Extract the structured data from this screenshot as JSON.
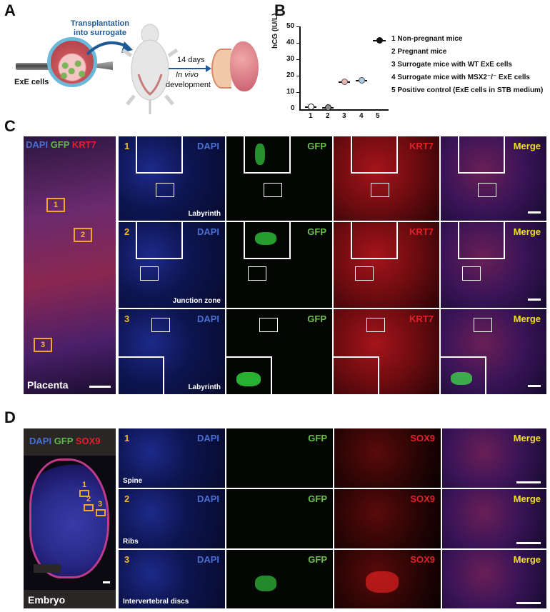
{
  "figure": {
    "panels": {
      "A": {
        "letter": "A",
        "arrow1_label_line1": "Transplantation",
        "arrow1_label_line2": "into surrogate",
        "cells_label": "ExE cells",
        "arrow2_label_top": "14 days",
        "arrow2_label_bottom_italic": "In vivo",
        "arrow2_label_bottom": "development"
      },
      "B": {
        "letter": "B"
      },
      "C": {
        "letter": "C",
        "overview": {
          "stain_labels": [
            {
              "text": "DAPI",
              "color": "#4a6fd0"
            },
            {
              "text": "GFP",
              "color": "#5fb84a"
            },
            {
              "text": "KRT7",
              "color": "#e3202a"
            }
          ],
          "tissue_label": "Placenta",
          "region_boxes": [
            "1",
            "2",
            "3"
          ]
        },
        "column_labels": [
          {
            "text": "DAPI",
            "color": "#4a6fd0"
          },
          {
            "text": "GFP",
            "color": "#6cc04a"
          },
          {
            "text": "KRT7",
            "color": "#e3202a"
          },
          {
            "text": "Merge",
            "color": "#f0e020"
          }
        ],
        "rows": [
          {
            "number": "1",
            "region": "Labyrinth"
          },
          {
            "number": "2",
            "region": "Junction zone"
          },
          {
            "number": "3",
            "region": "Labyrinth"
          }
        ]
      },
      "D": {
        "letter": "D",
        "overview": {
          "stain_labels": [
            {
              "text": "DAPI",
              "color": "#4a6fd0"
            },
            {
              "text": "GFP",
              "color": "#5fb84a"
            },
            {
              "text": "SOX9",
              "color": "#e3202a"
            }
          ],
          "tissue_label": "Embryo",
          "region_boxes": [
            "1",
            "2",
            "3"
          ]
        },
        "column_labels": [
          {
            "text": "DAPI",
            "color": "#4a6fd0"
          },
          {
            "text": "GFP",
            "color": "#6cc04a"
          },
          {
            "text": "SOX9",
            "color": "#e3202a"
          },
          {
            "text": "Merge",
            "color": "#f0e020"
          }
        ],
        "rows": [
          {
            "number": "1",
            "region": "Spine"
          },
          {
            "number": "2",
            "region": "Ribs"
          },
          {
            "number": "3",
            "region": "Intervertebral discs"
          }
        ]
      }
    }
  },
  "chart_data": {
    "type": "scatter",
    "title": "",
    "xlabel": "",
    "ylabel": "hCG (IU/L)",
    "ylim": [
      0,
      50
    ],
    "yticks": [
      0,
      10,
      20,
      30,
      40,
      50
    ],
    "categories": [
      "1",
      "2",
      "3",
      "4",
      "5"
    ],
    "values": [
      1.5,
      1.2,
      17.0,
      17.5,
      null
    ],
    "marker_colors": [
      "#ffffff",
      "#8a8a8a",
      "#f2b8b5",
      "#a9cbe8",
      "#111111"
    ],
    "grid": false,
    "legend_position": "right",
    "legend": [
      "1 Non-pregnant mice",
      "2 Pregnant mice",
      "3 Surrogate mice with WT ExE cells",
      "4 Surrogate mice with MSX2⁻/⁻ ExE cells",
      "5 Positive control (ExE cells in STB medium)"
    ],
    "legend_marker": "filled-black-circle-with-bar"
  }
}
